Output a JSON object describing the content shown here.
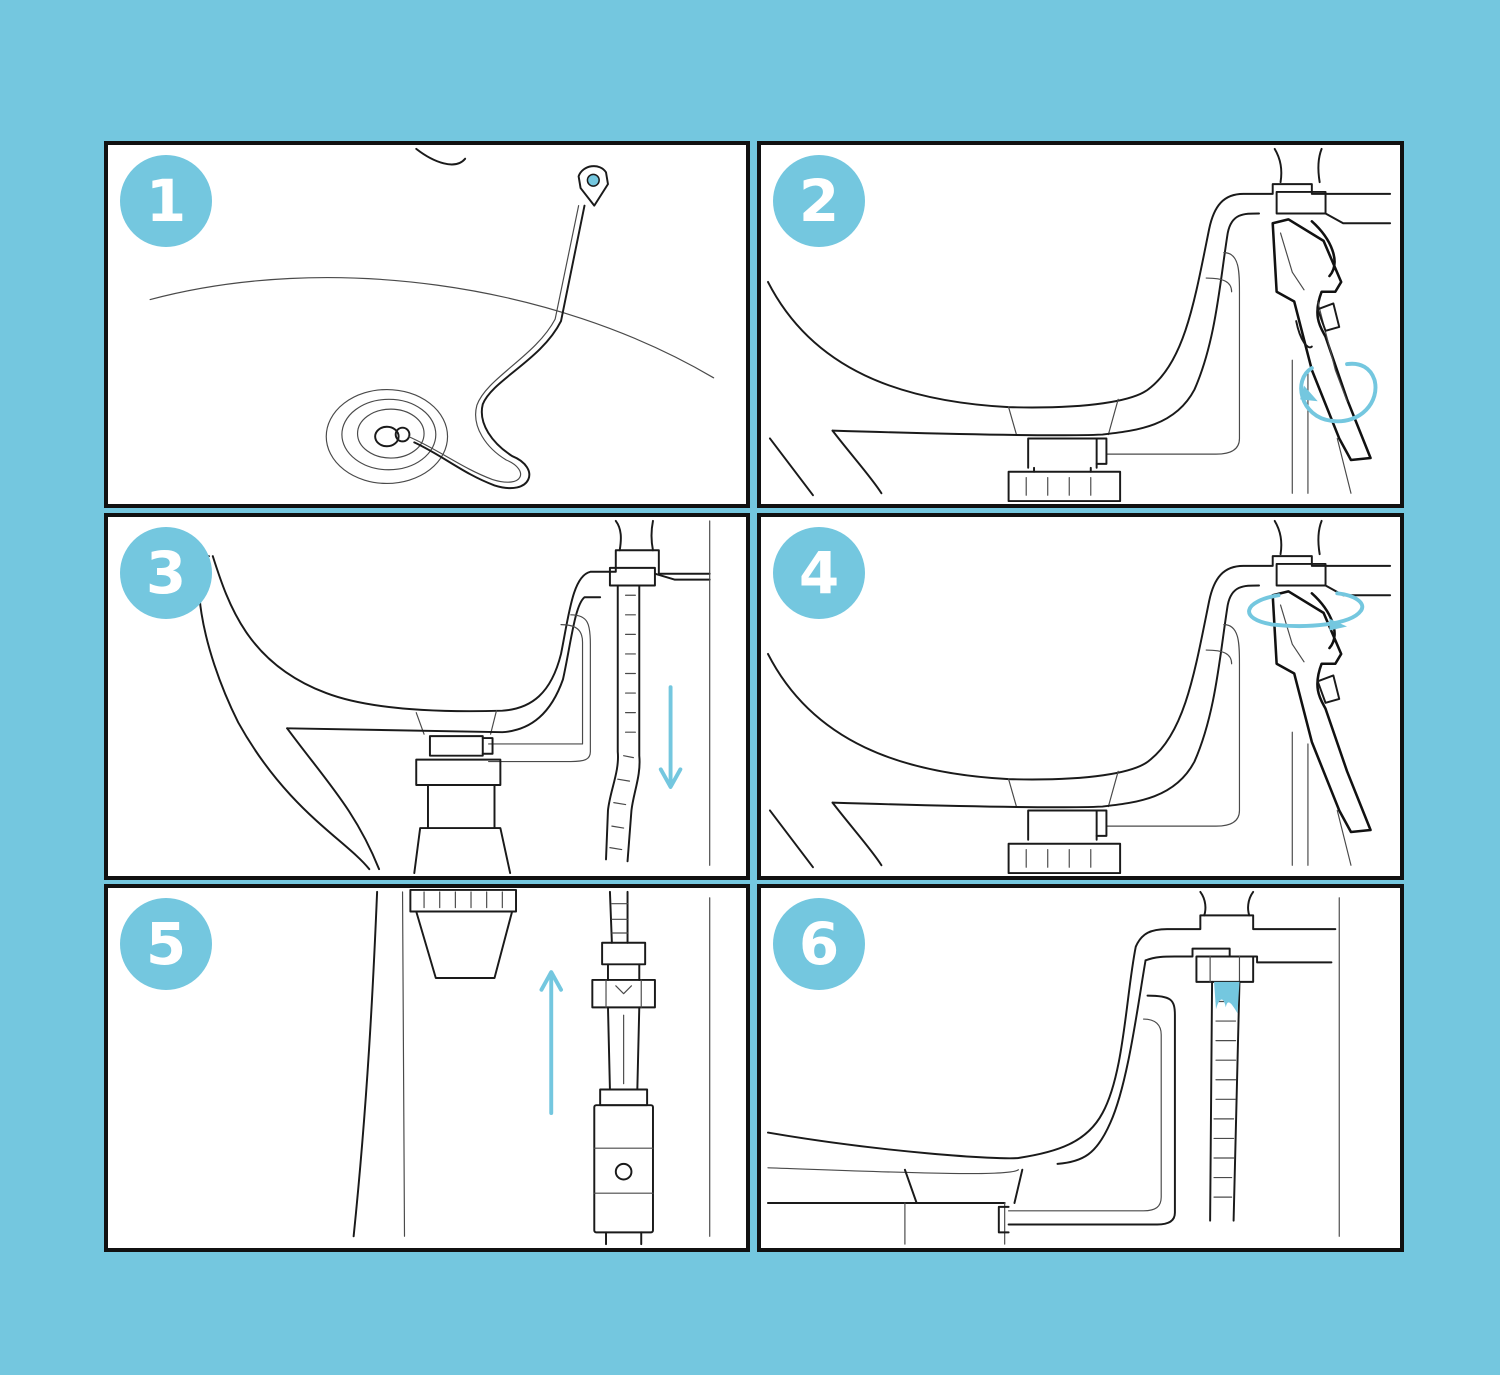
{
  "accent_color": "#74C7DF",
  "steps": [
    {
      "number": "1",
      "icon": "sink-drain-plug-icon"
    },
    {
      "number": "2",
      "icon": "wrench-loosen-nut-icon"
    },
    {
      "number": "3",
      "icon": "hose-removed-down-arrow-icon"
    },
    {
      "number": "4",
      "icon": "wrench-tighten-nut-icon"
    },
    {
      "number": "5",
      "icon": "hose-connect-up-arrow-icon"
    },
    {
      "number": "6",
      "icon": "hose-water-flow-icon"
    }
  ]
}
